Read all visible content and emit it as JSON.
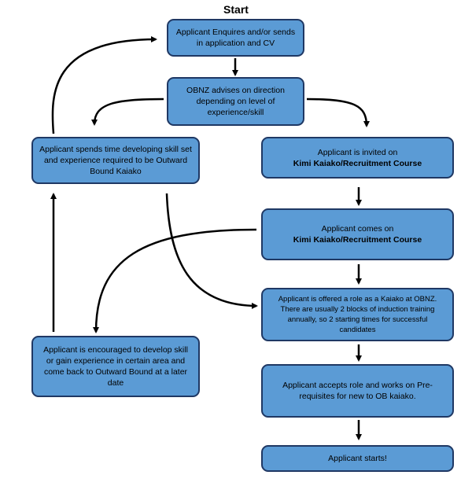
{
  "title": "Start",
  "boxes": {
    "enquire": "Applicant Enquires and/or sends in application and CV",
    "advise": "OBNZ advises on direction depending on level of experience/skill",
    "develop": "Applicant spends time developing skill set and experience required to be Outward Bound Kaiako",
    "invited": {
      "line1": "Applicant is invited on",
      "line2": "Kimi Kaiako/Recruitment Course"
    },
    "comes_on": {
      "line1": "Applicant comes on",
      "line2": "Kimi Kaiako/Recruitment Course"
    },
    "offered": "Applicant is offered a role as a Kaiako at OBNZ. There are usually 2 blocks of induction training annually, so 2 starting times for successful candidates",
    "encouraged": "Applicant is encouraged to develop skill or gain experience in certain area and come back to Outward Bound at a later date",
    "accepts": "Applicant accepts role and works on Pre-requisites for new to OB kaiako.",
    "starts": "Applicant starts!"
  },
  "colors": {
    "box_fill": "#5b9bd5",
    "box_border": "#1f3864",
    "arrow": "#000000"
  }
}
